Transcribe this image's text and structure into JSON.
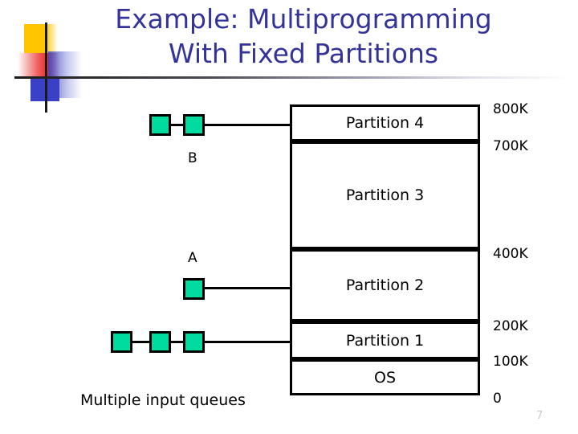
{
  "slide": {
    "title_lines": [
      "Example: Multiprogramming",
      "With Fixed Partitions"
    ],
    "caption": "Multiple input queues",
    "page_number": "7",
    "title_color": "#333399",
    "process_color": "#00DCA0",
    "line_color": "#000000"
  },
  "memory_map": {
    "partitions": [
      {
        "label": "Partition 4",
        "top_addr": "800K",
        "bottom_addr": "700K"
      },
      {
        "label": "Partition 3",
        "top_addr": "700K",
        "bottom_addr": "400K"
      },
      {
        "label": "Partition 2",
        "top_addr": "400K",
        "bottom_addr": "200K"
      },
      {
        "label": "Partition 1",
        "top_addr": "200K",
        "bottom_addr": "100K"
      },
      {
        "label": "OS",
        "top_addr": "100K",
        "bottom_addr": "0"
      }
    ]
  },
  "address_labels": [
    {
      "value": "800K"
    },
    {
      "value": "700K"
    },
    {
      "value": "400K"
    },
    {
      "value": "200K"
    },
    {
      "value": "100K"
    },
    {
      "value": "0"
    }
  ],
  "queues": [
    {
      "name": "B",
      "job_count": 2,
      "target_partition": "Partition 4"
    },
    {
      "name": "A",
      "job_count": 1,
      "target_partition": "Partition 2"
    },
    {
      "name": "",
      "job_count": 3,
      "target_partition": "Partition 1"
    }
  ]
}
